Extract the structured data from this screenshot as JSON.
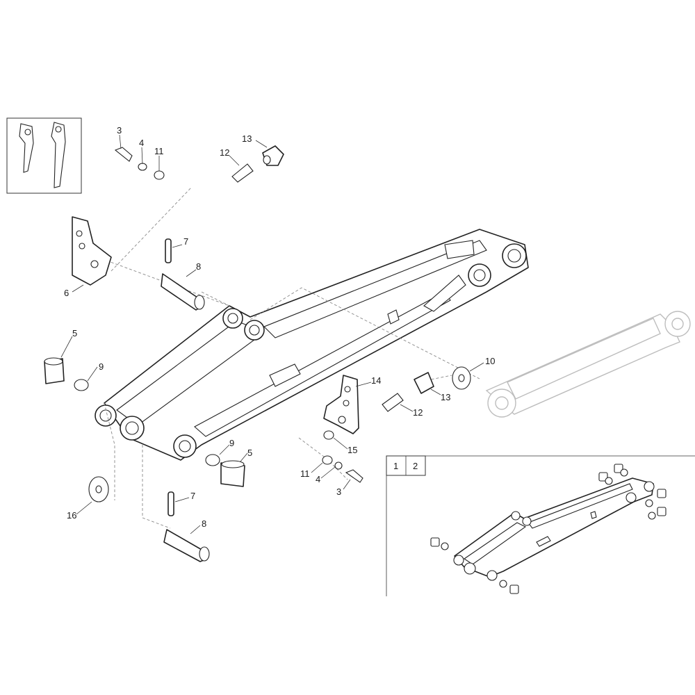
{
  "callouts": {
    "c3a": "3",
    "c4a": "4",
    "c11a": "11",
    "c13a": "13",
    "c12a": "12",
    "c7a": "7",
    "c8a": "8",
    "c6": "6",
    "c5a": "5",
    "c9a": "9",
    "c10": "10",
    "c14": "14",
    "c13b": "13",
    "c12b": "12",
    "c15": "15",
    "c9b": "9",
    "c5b": "5",
    "c11b": "11",
    "c4b": "4",
    "c3b": "3",
    "c7b": "7",
    "c8b": "8",
    "c16": "16"
  },
  "variant_table": {
    "col1": "1",
    "col2": "2"
  },
  "colors": {
    "line": "#222222",
    "ghost": "#bdbdbd",
    "dash": "#888888"
  }
}
